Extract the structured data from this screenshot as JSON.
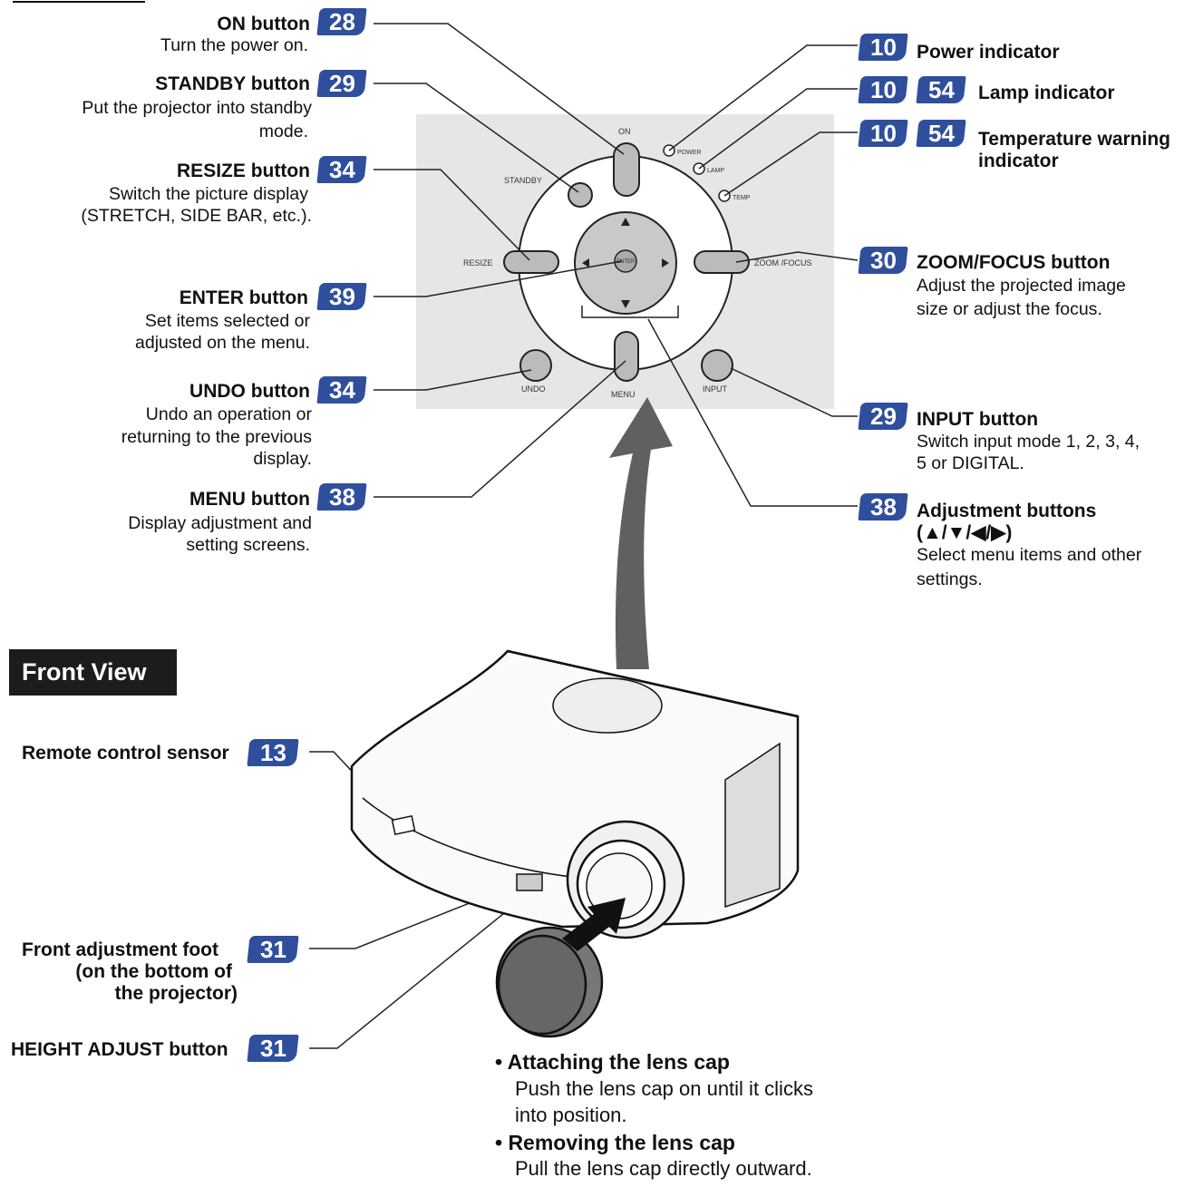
{
  "rear_labels": {
    "on": {
      "title": "ON button",
      "page": "28",
      "desc": "Turn the power on."
    },
    "standby": {
      "title": "STANDBY button",
      "page": "29",
      "desc": [
        "Put the projector into standby",
        "mode."
      ]
    },
    "resize": {
      "title": "RESIZE button",
      "page": "34",
      "desc": [
        "Switch the picture display",
        "(STRETCH, SIDE BAR, etc.)."
      ]
    },
    "enter": {
      "title": "ENTER button",
      "page": "39",
      "desc": [
        "Set items selected or",
        "adjusted on the menu."
      ]
    },
    "undo": {
      "title": "UNDO button",
      "page": "34",
      "desc": [
        "Undo an operation or",
        "returning to the previous",
        "display."
      ]
    },
    "menu": {
      "title": "MENU button",
      "page": "38",
      "desc": [
        "Display adjustment and",
        "setting screens."
      ]
    },
    "power_ind": {
      "title": "Power indicator",
      "page": "10"
    },
    "lamp_ind": {
      "title": "Lamp indicator",
      "page": "10",
      "page2": "54"
    },
    "temp_ind": {
      "title": [
        "Temperature warning",
        "indicator"
      ],
      "page": "10",
      "page2": "54"
    },
    "zoom": {
      "title": "ZOOM/FOCUS button",
      "page": "30",
      "desc": [
        "Adjust the projected image",
        "size or adjust the focus."
      ]
    },
    "input": {
      "title": "INPUT button",
      "page": "29",
      "desc": [
        "Switch input mode 1, 2, 3, 4,",
        "5 or DIGITAL."
      ]
    },
    "adjust": {
      "title": [
        "Adjustment buttons",
        "(▲/▼/◀/▶)"
      ],
      "page": "38",
      "desc": [
        "Select menu items and other",
        "settings."
      ]
    }
  },
  "panel_labels": {
    "on": "ON",
    "standby": "STANDBY",
    "resize": "RESIZE",
    "zoom": "ZOOM /FOCUS",
    "undo": "UNDO",
    "menu": "MENU",
    "input": "INPUT",
    "enter": "ENTER",
    "power": "POWER",
    "lamp": "LAMP",
    "temp": "TEMP"
  },
  "front_view": {
    "heading": "Front View",
    "remote": {
      "title": "Remote control sensor",
      "page": "13"
    },
    "foot": {
      "title": [
        "Front adjustment foot",
        "(on the bottom of",
        "the projector)"
      ],
      "page": "31"
    },
    "height": {
      "title": "HEIGHT ADJUST button",
      "page": "31"
    }
  },
  "lens_cap": {
    "attach_title": "• Attaching the lens cap",
    "attach_desc": [
      "Push the lens cap on until it clicks",
      "into position."
    ],
    "remove_title": "• Removing the lens cap",
    "remove_desc": "Pull the lens cap directly outward."
  },
  "colors": {
    "badge": "#2f4f9d",
    "heading_bg": "#1c1c1c",
    "panel_bg": "#e6e6e6"
  }
}
